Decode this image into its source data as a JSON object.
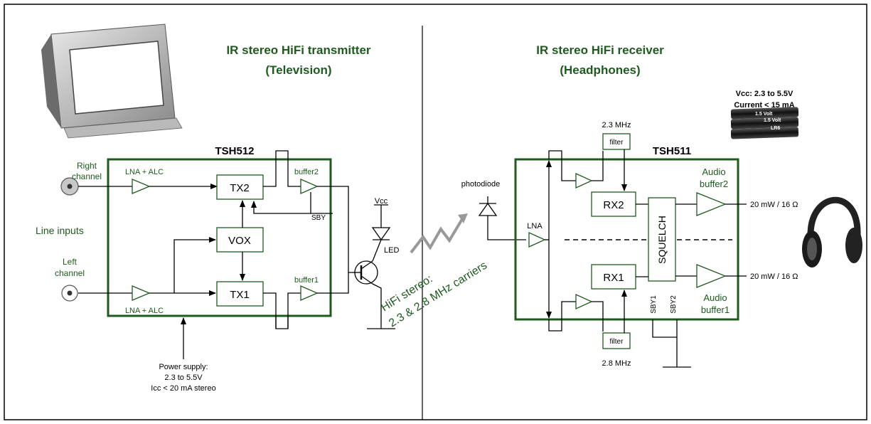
{
  "titles": {
    "tx_line1": "IR stereo HiFi transmitter",
    "tx_line2": "(Television)",
    "rx_line1": "IR stereo HiFi receiver",
    "rx_line2": "(Headphones)"
  },
  "battery": {
    "vcc": "Vcc: 2.3 to 5.5V",
    "current": "Current < 15 mA",
    "cell_label_1": "1.5 Volt",
    "cell_label_2": "1.5 Volt",
    "cell_label_3": "LR6"
  },
  "transmitter": {
    "chip": "TSH512",
    "right_channel": [
      "Right",
      "channel"
    ],
    "left_channel": [
      "Left",
      "channel"
    ],
    "line_inputs": "Line inputs",
    "lna_top": "LNA + ALC",
    "lna_bottom": "LNA + ALC",
    "tx2": "TX2",
    "tx1": "TX1",
    "vox": "VOX",
    "buffer2": "buffer2",
    "buffer1": "buffer1",
    "sby": "SBY",
    "vcc": "Vcc",
    "led": "LED",
    "power": [
      "Power supply:",
      "2.3 to 5.5V",
      "Icc < 20 mA stereo"
    ]
  },
  "link": {
    "photodiode": "photodiode",
    "carriers": [
      "HiFi stereo:",
      "2.3 & 2.8 MHz carriers"
    ]
  },
  "receiver": {
    "chip": "TSH511",
    "lna": "LNA",
    "rx2": "RX2",
    "rx1": "RX1",
    "squelch": "SQUELCH",
    "filter_top": "filter",
    "filter_bottom": "filter",
    "freq_top": "2.3 MHz",
    "freq_bottom": "2.8 MHz",
    "audio_buffer2": [
      "Audio",
      "buffer2"
    ],
    "audio_buffer1": [
      "Audio",
      "buffer1"
    ],
    "sby1": "SBY1",
    "sby2": "SBY2",
    "out_top": "20 mW / 16 Ω",
    "out_bottom": "20 mW / 16 Ω"
  }
}
